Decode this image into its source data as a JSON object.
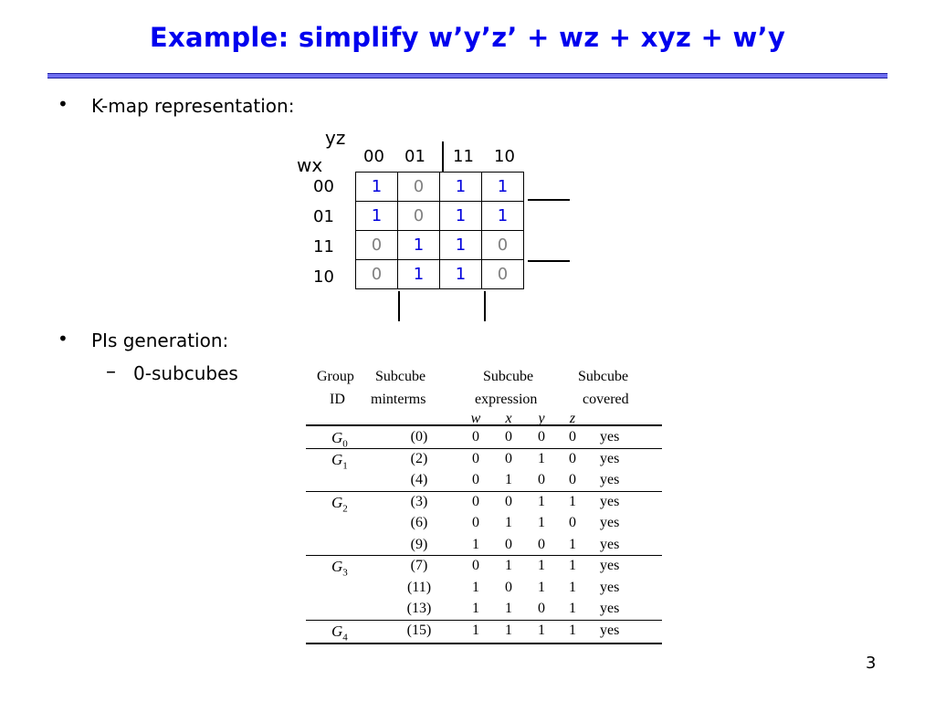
{
  "title": "Example: simplify w’y’z’ + wz + xyz + w’y",
  "bullets": {
    "kmap": "K-map representation:",
    "pis": "PIs generation:",
    "sub0": "0-subcubes"
  },
  "kmap": {
    "col_var": "yz",
    "row_var": "wx",
    "col_labels": [
      "00",
      "01",
      "11",
      "10"
    ],
    "row_labels": [
      "00",
      "01",
      "11",
      "10"
    ],
    "cells": [
      [
        "1",
        "0",
        "1",
        "1"
      ],
      [
        "1",
        "0",
        "1",
        "1"
      ],
      [
        "0",
        "1",
        "1",
        "0"
      ],
      [
        "0",
        "1",
        "1",
        "0"
      ]
    ]
  },
  "subcube_table": {
    "headers": {
      "group1": "Group",
      "group2": "ID",
      "min1": "Subcube",
      "min2": "minterms",
      "expr1": "Subcube",
      "expr2": "expression",
      "cov1": "Subcube",
      "cov2": "covered"
    },
    "vars": [
      "w",
      "x",
      "y",
      "z"
    ],
    "rows": [
      {
        "group": "G",
        "group_sub": "0",
        "minterm": "(0)",
        "bits": [
          "0",
          "0",
          "0",
          "0"
        ],
        "covered": "yes"
      },
      {
        "group": "G",
        "group_sub": "1",
        "minterm": "(2)",
        "bits": [
          "0",
          "0",
          "1",
          "0"
        ],
        "covered": "yes"
      },
      {
        "group": "",
        "group_sub": "",
        "minterm": "(4)",
        "bits": [
          "0",
          "1",
          "0",
          "0"
        ],
        "covered": "yes"
      },
      {
        "group": "G",
        "group_sub": "2",
        "minterm": "(3)",
        "bits": [
          "0",
          "0",
          "1",
          "1"
        ],
        "covered": "yes"
      },
      {
        "group": "",
        "group_sub": "",
        "minterm": "(6)",
        "bits": [
          "0",
          "1",
          "1",
          "0"
        ],
        "covered": "yes"
      },
      {
        "group": "",
        "group_sub": "",
        "minterm": "(9)",
        "bits": [
          "1",
          "0",
          "0",
          "1"
        ],
        "covered": "yes"
      },
      {
        "group": "G",
        "group_sub": "3",
        "minterm": "(7)",
        "bits": [
          "0",
          "1",
          "1",
          "1"
        ],
        "covered": "yes"
      },
      {
        "group": "",
        "group_sub": "",
        "minterm": "(11)",
        "bits": [
          "1",
          "0",
          "1",
          "1"
        ],
        "covered": "yes"
      },
      {
        "group": "",
        "group_sub": "",
        "minterm": "(13)",
        "bits": [
          "1",
          "1",
          "0",
          "1"
        ],
        "covered": "yes"
      },
      {
        "group": "G",
        "group_sub": "4",
        "minterm": "(15)",
        "bits": [
          "1",
          "1",
          "1",
          "1"
        ],
        "covered": "yes"
      }
    ]
  },
  "page_number": "3"
}
